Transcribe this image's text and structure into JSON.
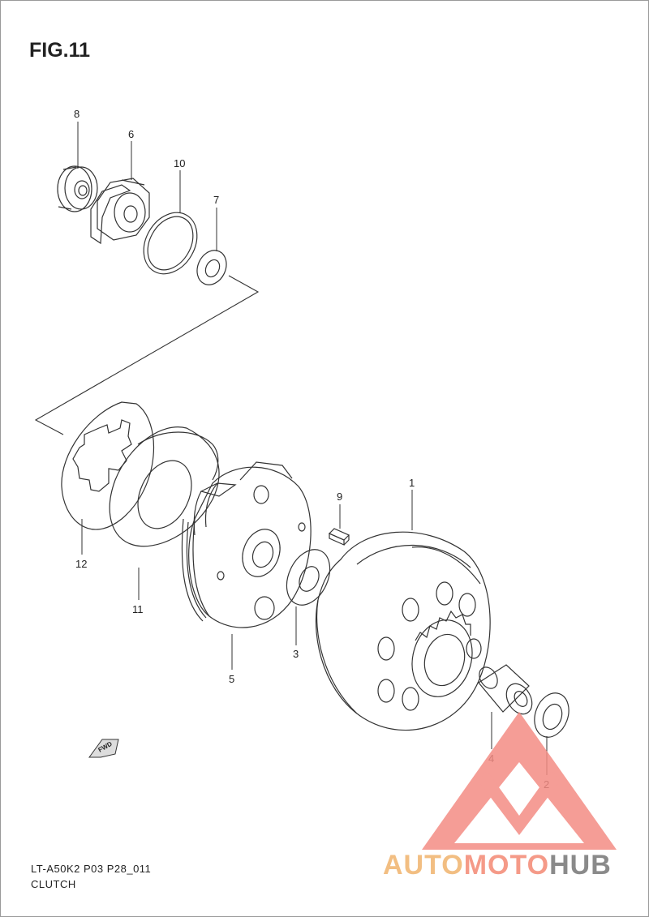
{
  "figure": {
    "title": "FIG.11"
  },
  "footer": {
    "code": "LT-A50K2 P03 P28_011",
    "name": "CLUTCH"
  },
  "fwd_label": "FWD",
  "callouts": {
    "c1": "1",
    "c2": "2",
    "c3": "3",
    "c4": "4",
    "c5": "5",
    "c6": "6",
    "c7": "7",
    "c8": "8",
    "c9": "9",
    "c10": "10",
    "c11": "11",
    "c12": "12"
  },
  "watermark": {
    "text_auto": "AUTO",
    "text_moto": "MOTO",
    "text_hub": "HUB",
    "colors": {
      "auto": "#f2be82",
      "moto": "#f59a88",
      "hub": "#8a8a8a",
      "triangle": "#f48c84"
    }
  },
  "colors": {
    "line": "#333333",
    "callout": "#222222"
  }
}
